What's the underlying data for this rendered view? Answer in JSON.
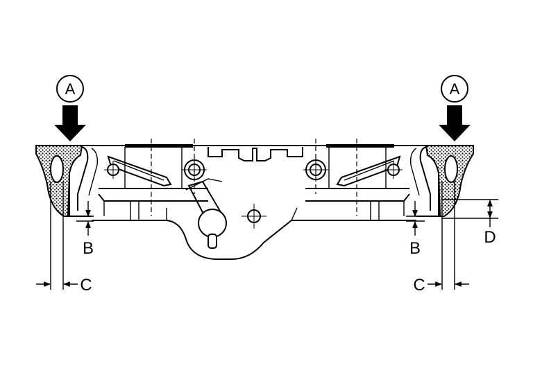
{
  "labels": {
    "a_left": "A",
    "a_right": "A",
    "b_left": "B",
    "b_right": "B",
    "c_left": "C",
    "c_right": "C",
    "d": "D"
  }
}
